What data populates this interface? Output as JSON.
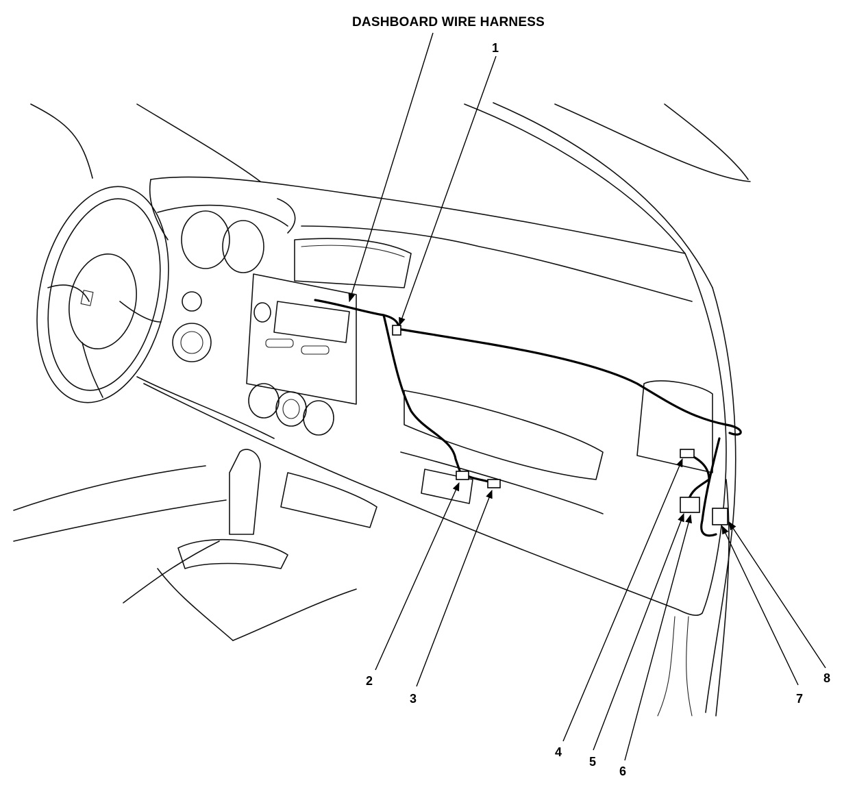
{
  "diagram": {
    "title": "DASHBOARD WIRE HARNESS",
    "callouts": [
      {
        "id": "1",
        "label": "1"
      },
      {
        "id": "2",
        "label": "2"
      },
      {
        "id": "3",
        "label": "3"
      },
      {
        "id": "4",
        "label": "4"
      },
      {
        "id": "5",
        "label": "5"
      },
      {
        "id": "6",
        "label": "6"
      },
      {
        "id": "7",
        "label": "7"
      },
      {
        "id": "8",
        "label": "8"
      }
    ]
  },
  "colors": {
    "ink": "#000000",
    "background": "#ffffff"
  }
}
